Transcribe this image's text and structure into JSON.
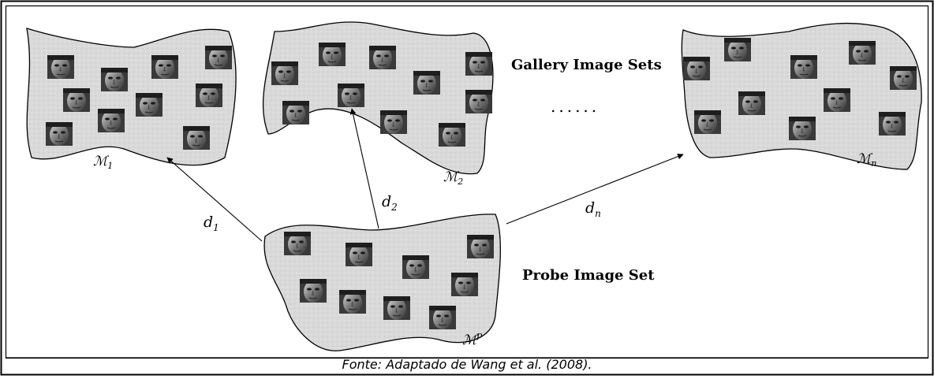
{
  "diagram": {
    "gallery_label": "Gallery Image Sets",
    "probe_label": "Probe Image Set",
    "ellipsis": "......",
    "manifolds": {
      "m1": {
        "name": "ℳ",
        "sub": "1"
      },
      "m2": {
        "name": "ℳ",
        "sub": "2"
      },
      "mn": {
        "name": "ℳ",
        "sub": "n"
      },
      "mp": {
        "name": "ℳ",
        "sup": "p"
      }
    },
    "distances": {
      "d1": {
        "name": "d",
        "sub": "1"
      },
      "d2": {
        "name": "d",
        "sub": "2"
      },
      "dn": {
        "name": "d",
        "sub": "n"
      }
    }
  },
  "caption": "Fonte: Adaptado de Wang et al. (2008)."
}
